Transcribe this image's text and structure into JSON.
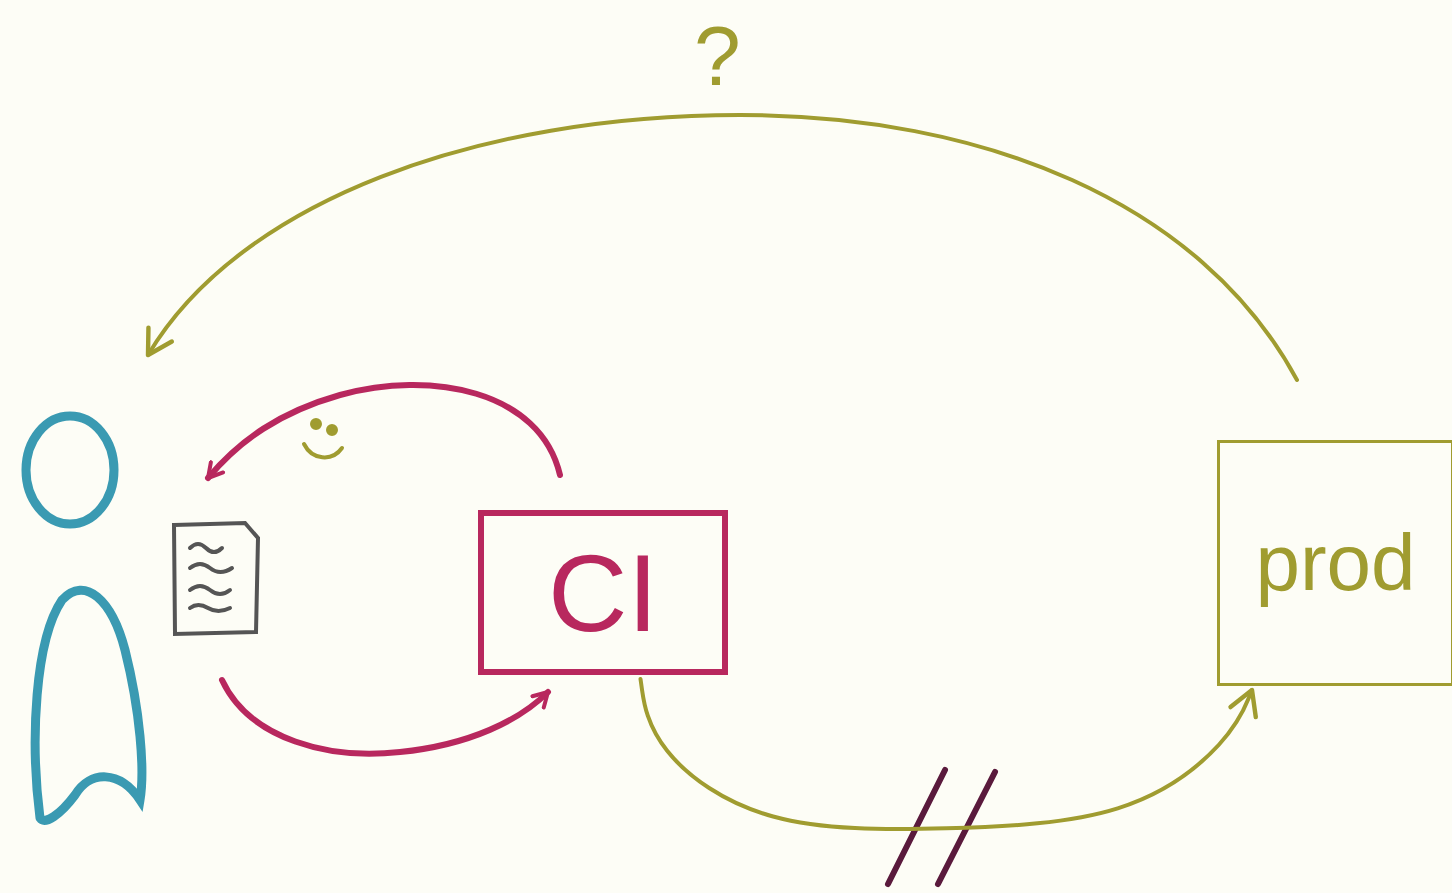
{
  "diagram": {
    "nodes": [
      {
        "text": [
          "CI"
        ]
      },
      {
        "text": [
          "prod"
        ]
      }
    ],
    "edges": [
      {
        "from": 0,
        "to": 1,
        "arrow": "to"
      }
    ],
    "labels": [
      "?"
    ]
  }
}
